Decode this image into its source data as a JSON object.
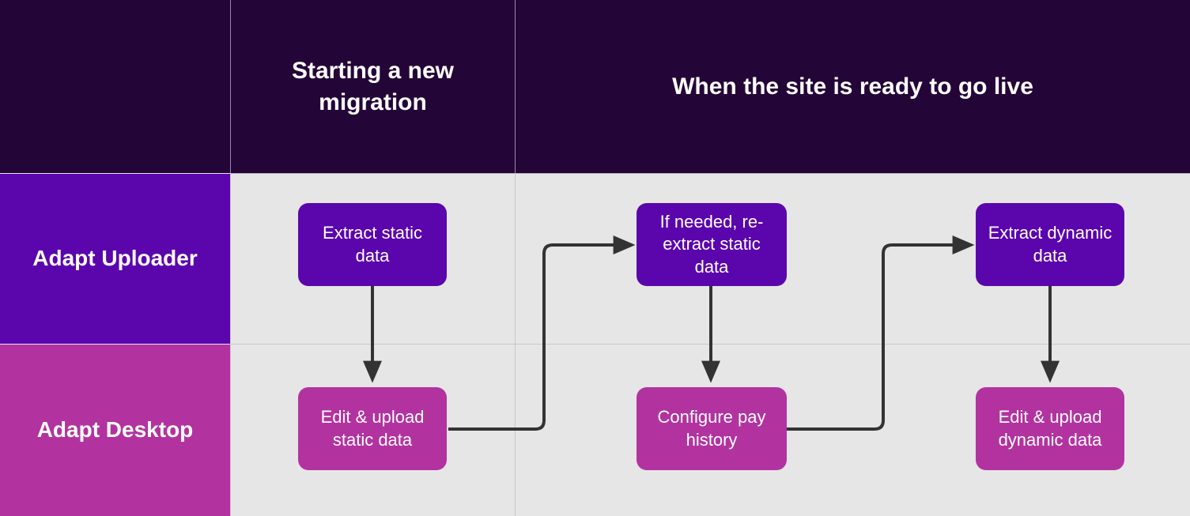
{
  "diagram": {
    "title_corner": "",
    "background": "#e6e6e6",
    "colors": {
      "header": "#240537",
      "uploader": "#5b05ad",
      "desktop": "#b2339f",
      "connector": "#333333",
      "grid": "#c9c9c9",
      "text_light": "#ffffff"
    },
    "columns": [
      {
        "id": "col-blank",
        "label": ""
      },
      {
        "id": "col-starting",
        "label": "Starting a new migration"
      },
      {
        "id": "col-golive",
        "label": "When the site is ready to go live"
      }
    ],
    "rows": [
      {
        "id": "row-uploader",
        "label": "Adapt Uploader",
        "color": "#5b05ad"
      },
      {
        "id": "row-desktop",
        "label": "Adapt Desktop",
        "color": "#b2339f"
      }
    ],
    "nodes": [
      {
        "id": "extract-static-data",
        "label": "Extract static data",
        "row": "row-uploader",
        "column": "col-starting"
      },
      {
        "id": "re-extract-static-data",
        "label": "If needed, re-extract static data",
        "row": "row-uploader",
        "column": "col-golive"
      },
      {
        "id": "extract-dynamic-data",
        "label": "Extract dynamic data",
        "row": "row-uploader",
        "column": "col-golive"
      },
      {
        "id": "edit-upload-static-data",
        "label": "Edit & upload static data",
        "row": "row-desktop",
        "column": "col-starting"
      },
      {
        "id": "configure-pay-history",
        "label": "Configure pay history",
        "row": "row-desktop",
        "column": "col-golive"
      },
      {
        "id": "edit-upload-dynamic-data",
        "label": "Edit & upload dynamic data",
        "row": "row-desktop",
        "column": "col-golive"
      }
    ],
    "edges": [
      {
        "id": "edge-1",
        "from": "extract-static-data",
        "to": "edit-upload-static-data",
        "kind": "vertical-down"
      },
      {
        "id": "edge-2",
        "from": "edit-upload-static-data",
        "to": "re-extract-static-data",
        "kind": "elbow-up-right"
      },
      {
        "id": "edge-3",
        "from": "re-extract-static-data",
        "to": "configure-pay-history",
        "kind": "vertical-down"
      },
      {
        "id": "edge-4",
        "from": "configure-pay-history",
        "to": "extract-dynamic-data",
        "kind": "elbow-up-right"
      },
      {
        "id": "edge-5",
        "from": "extract-dynamic-data",
        "to": "edit-upload-dynamic-data",
        "kind": "vertical-down"
      }
    ]
  }
}
